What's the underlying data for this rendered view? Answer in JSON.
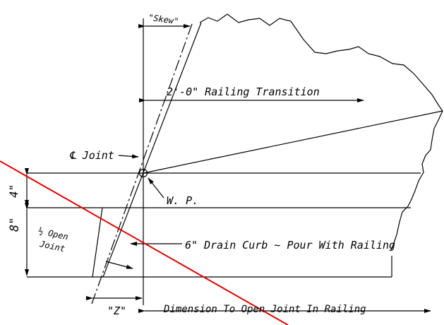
{
  "drawing": {
    "line_color": "#000000",
    "overlay_line_color": "#e00000",
    "labels": {
      "skew": "\"Skew\"",
      "railing_transition": "2'-0\" Railing Transition",
      "cl_joint": "℄ Joint",
      "wp": "W. P.",
      "dim_4": "4\"",
      "dim_8": "8\"",
      "half_open": "½ Open",
      "joint": "Joint",
      "drain_curb": "6\" Drain Curb ~ Pour With Railing",
      "z": "\"Z\"",
      "dimension_open_joint": "Dimension To Open Joint In Railing"
    }
  }
}
